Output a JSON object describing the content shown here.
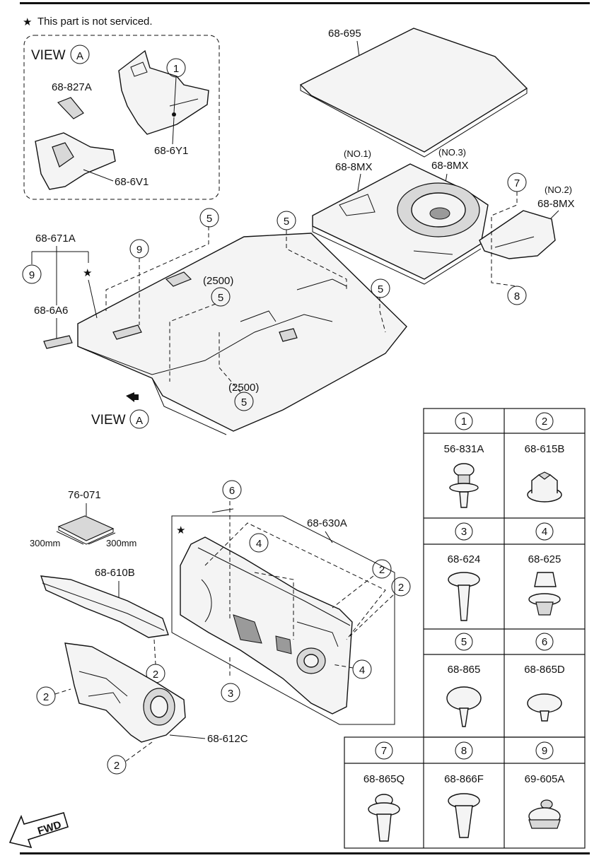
{
  "note": {
    "star": "★",
    "text": "This part is not serviced."
  },
  "view_box": {
    "view_label": "VIEW",
    "view_letter": "A"
  },
  "view_arrow": {
    "view_label": "VIEW",
    "view_letter": "A"
  },
  "part_labels": {
    "p68_695": "68-695",
    "p68_827A": "68-827A",
    "p68_6Y1": "68-6Y1",
    "p68_6V1": "68-6V1",
    "no1": "(NO.1)",
    "no1_part": "68-8MX",
    "no3": "(NO.3)",
    "no3_part": "68-8MX",
    "no2": "(NO.2)",
    "no2_part": "68-8MX",
    "p68_671A": "68-671A",
    "p68_6A6": "68-6A6",
    "dim_2500_a": "(2500)",
    "dim_2500_b": "(2500)",
    "p76_071": "76-071",
    "dim_300_left": "300mm",
    "dim_300_right": "300mm",
    "p68_610B": "68-610B",
    "p68_630A": "68-630A",
    "p68_612C": "68-612C",
    "fwd": "FWD"
  },
  "callouts": {
    "c1": "1",
    "c2a": "2",
    "c2b": "2",
    "c2c": "2",
    "c2d": "2",
    "c2e": "2",
    "c3": "3",
    "c4a": "4",
    "c4b": "4",
    "c5a": "5",
    "c5b": "5",
    "c5c": "5",
    "c5d": "5",
    "c5e": "5",
    "c6": "6",
    "c7": "7",
    "c8": "8",
    "c9a": "9",
    "c9b": "9"
  },
  "fastener_table": [
    {
      "num": "1",
      "part": "56-831A"
    },
    {
      "num": "2",
      "part": "68-615B"
    },
    {
      "num": "3",
      "part": "68-624"
    },
    {
      "num": "4",
      "part": "68-625"
    },
    {
      "num": "5",
      "part": "68-865"
    },
    {
      "num": "6",
      "part": "68-865D"
    },
    {
      "num": "7",
      "part": "68-865Q"
    },
    {
      "num": "8",
      "part": "68-866F"
    },
    {
      "num": "9",
      "part": "69-605A"
    }
  ],
  "icons": {
    "star": "star-icon",
    "view_arrow": "view-arrow-icon",
    "fwd_arrow": "fwd-arrow-icon"
  }
}
